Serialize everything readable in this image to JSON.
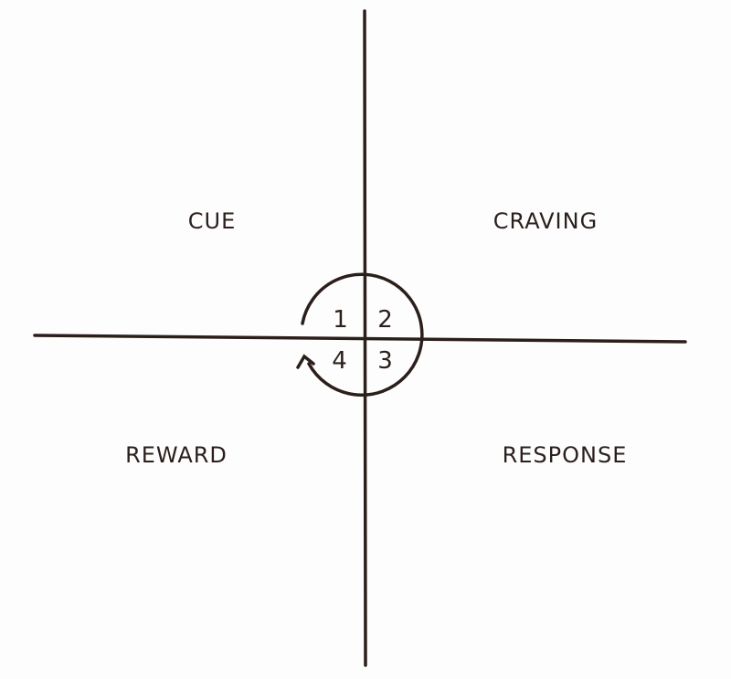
{
  "diagram": {
    "quadrants": {
      "top_left": "CUE",
      "top_right": "CRAVING",
      "bottom_right": "RESPONSE",
      "bottom_left": "REWARD"
    },
    "steps": [
      "1",
      "2",
      "3",
      "4"
    ],
    "ink_color": "#2b1f1c"
  }
}
